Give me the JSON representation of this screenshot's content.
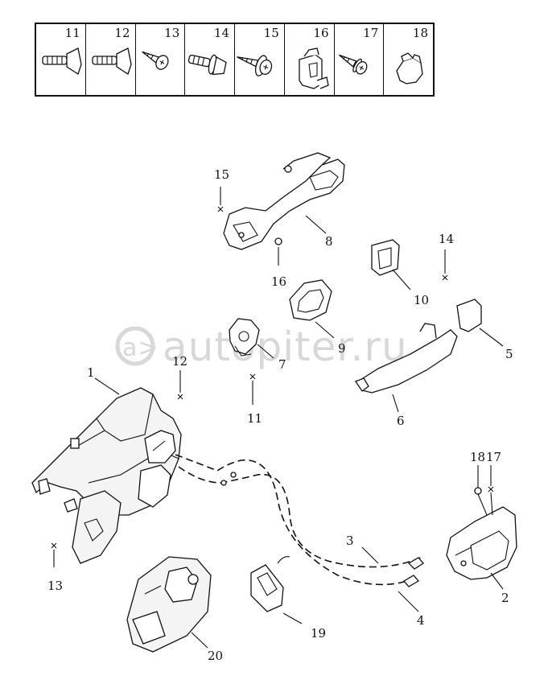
{
  "legend": {
    "items": [
      {
        "num": "11",
        "icon": "flat-head-bolt-icon"
      },
      {
        "num": "12",
        "icon": "flat-head-bolt-icon"
      },
      {
        "num": "13",
        "icon": "pan-head-screw-icon"
      },
      {
        "num": "14",
        "icon": "flanged-bolt-icon"
      },
      {
        "num": "15",
        "icon": "washer-screw-icon"
      },
      {
        "num": "16",
        "icon": "clip-icon"
      },
      {
        "num": "17",
        "icon": "tapping-screw-icon"
      },
      {
        "num": "18",
        "icon": "plug-icon"
      }
    ]
  },
  "callouts": {
    "c1": "1",
    "c2": "2",
    "c3": "3",
    "c4": "4",
    "c5": "5",
    "c6": "6",
    "c7": "7",
    "c8": "8",
    "c9": "9",
    "c10": "10",
    "c11": "11",
    "c12": "12",
    "c13": "13",
    "c14": "14",
    "c15": "15",
    "c16": "16",
    "c17": "17",
    "c18": "18",
    "c19": "19",
    "c20": "20"
  },
  "watermark": "autopiter.ru"
}
